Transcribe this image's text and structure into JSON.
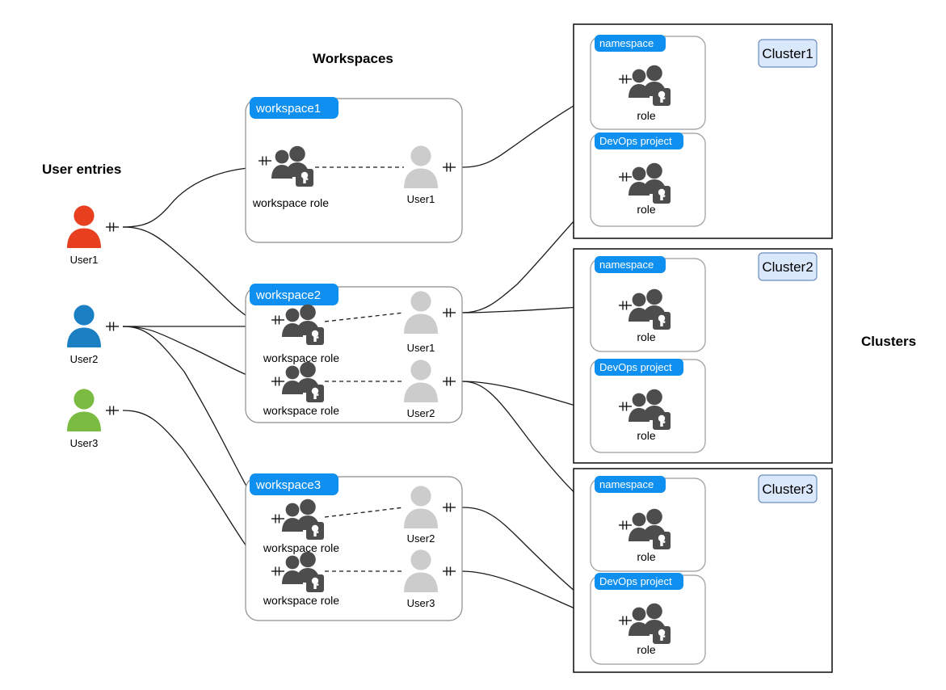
{
  "titles": {
    "user_entries": "User entries",
    "workspaces": "Workspaces",
    "clusters": "Clusters"
  },
  "user_entries": [
    {
      "label": "User1",
      "color": "#e8401f"
    },
    {
      "label": "User2",
      "color": "#1b7fc4"
    },
    {
      "label": "User3",
      "color": "#7cbb42"
    }
  ],
  "workspaces": [
    {
      "badge": "workspace1",
      "rows": [
        {
          "role_label": "workspace role",
          "user_label": "User1"
        }
      ]
    },
    {
      "badge": "workspace2",
      "rows": [
        {
          "role_label": "workspace role",
          "user_label": "User1"
        },
        {
          "role_label": "workspace role",
          "user_label": "User2"
        }
      ]
    },
    {
      "badge": "workspace3",
      "rows": [
        {
          "role_label": "workspace role",
          "user_label": "User2"
        },
        {
          "role_label": "workspace role",
          "user_label": "User3"
        }
      ]
    }
  ],
  "clusters": [
    {
      "chip": "Cluster1",
      "items": [
        {
          "badge": "namespace",
          "role_label": "role"
        },
        {
          "badge": "DevOps project",
          "role_label": "role"
        }
      ]
    },
    {
      "chip": "Cluster2",
      "items": [
        {
          "badge": "namespace",
          "role_label": "role"
        },
        {
          "badge": "DevOps project",
          "role_label": "role"
        }
      ]
    },
    {
      "chip": "Cluster3",
      "items": [
        {
          "badge": "namespace",
          "role_label": "role"
        },
        {
          "badge": "DevOps project",
          "role_label": "role"
        }
      ]
    }
  ],
  "colors": {
    "badge_blue": "#0f8fef",
    "chip_fill": "#dae8fc",
    "chip_stroke": "#6c8ebf",
    "role_icon": "#4d4d4d",
    "user_icon": "#cccccc",
    "line": "#1a1a1a",
    "box_stroke": "#8c8c8c",
    "cluster_stroke": "#1a1a1a"
  },
  "icons": {
    "role": "role-key-icon",
    "user": "user-silhouette-icon",
    "connector_end": "one-and-only-one-marker"
  }
}
